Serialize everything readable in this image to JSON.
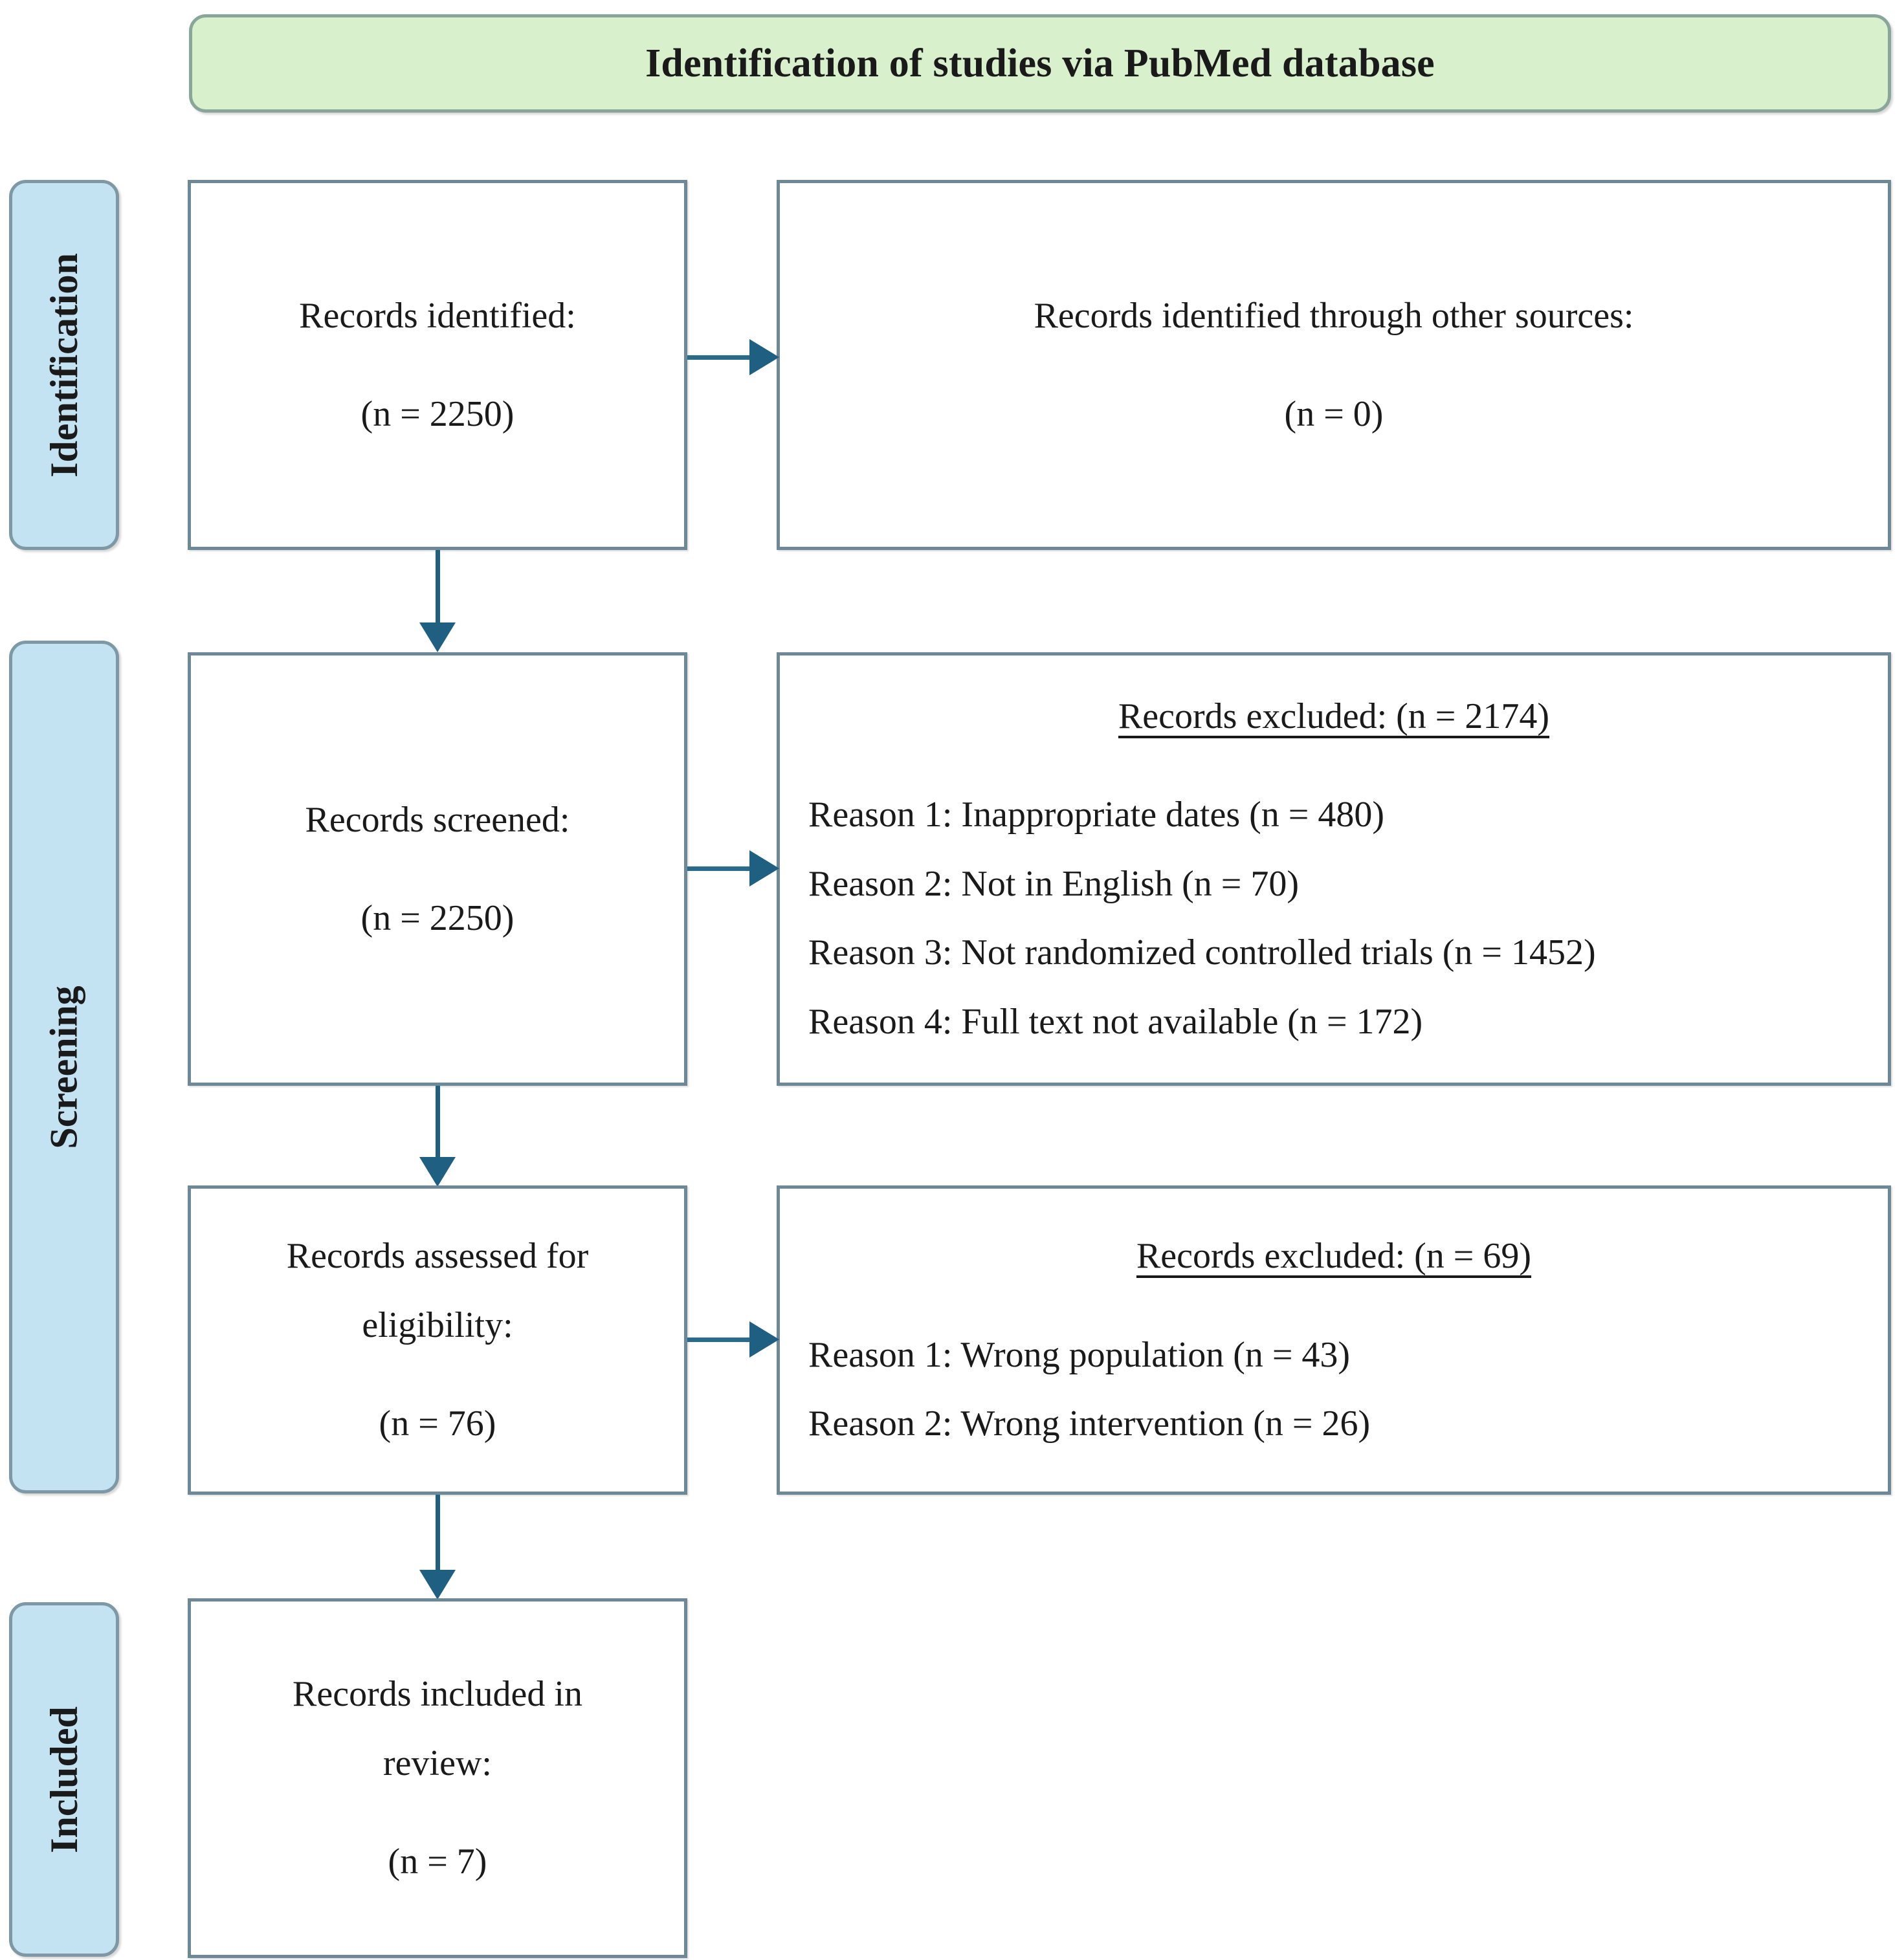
{
  "banner": {
    "title": "Identification of studies via PubMed database"
  },
  "phases": [
    {
      "key": "identification",
      "label": "Identification"
    },
    {
      "key": "screening",
      "label": "Screening"
    },
    {
      "key": "included",
      "label": "Included"
    }
  ],
  "nodes": {
    "records_identified": {
      "title": "Records identified:",
      "count": "(n = 2250)"
    },
    "other_sources": {
      "title": "Records identified through other sources:",
      "count": "(n = 0)"
    },
    "records_screened": {
      "title": "Records screened:",
      "count": "(n = 2250)"
    },
    "excluded_screening": {
      "header": "Records excluded: (n = 2174)",
      "reasons": [
        "Reason 1: Inappropriate dates (n = 480)",
        "Reason 2: Not in English (n = 70)",
        "Reason 3: Not randomized controlled trials (n = 1452)",
        "Reason 4: Full text not available (n = 172)"
      ]
    },
    "records_assessed": {
      "title_line1": "Records assessed for",
      "title_line2": "eligibility:",
      "count": "(n = 76)"
    },
    "excluded_eligibility": {
      "header": "Records excluded: (n = 69)",
      "reasons": [
        "Reason 1: Wrong population (n = 43)",
        "Reason 2: Wrong intervention (n = 26)"
      ]
    },
    "records_included": {
      "title_line1": "Records included in",
      "title_line2": "review:",
      "count": "(n = 7)"
    }
  },
  "colors": {
    "banner_fill": "#d9f0cd",
    "phase_fill": "#c3e2f2",
    "box_border": "#6d8897",
    "arrow": "#1f5f82"
  }
}
